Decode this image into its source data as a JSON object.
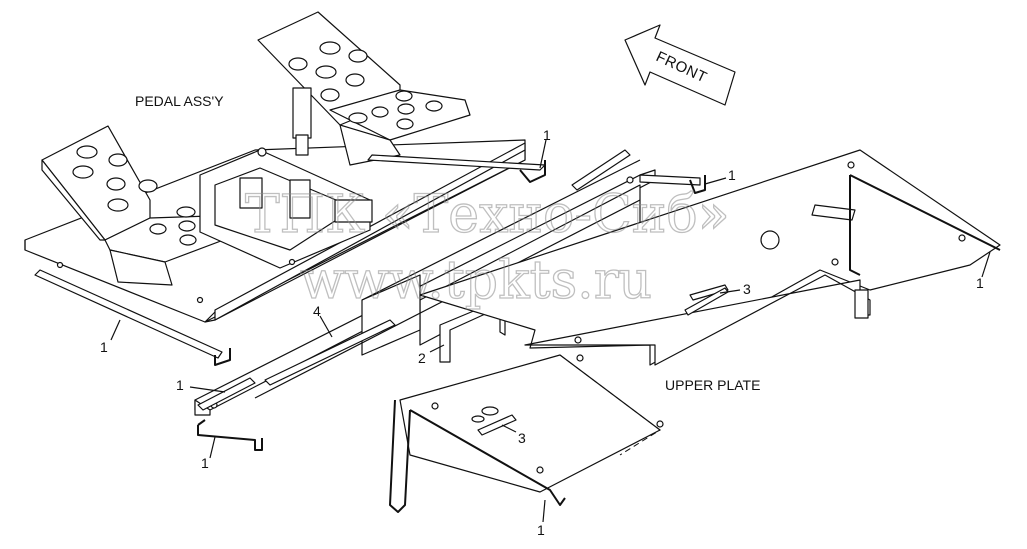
{
  "diagram": {
    "labels": {
      "pedal_assy": "PEDAL ASS'Y",
      "front": "FRONT",
      "upper_plate": "UPPER PLATE"
    },
    "callouts": [
      "1",
      "1",
      "1",
      "1",
      "1",
      "1",
      "1",
      "2",
      "3",
      "3",
      "4"
    ],
    "watermark": {
      "line1": "ТПК «Техно-Сиб»",
      "line2": "www.tpkts.ru"
    }
  }
}
